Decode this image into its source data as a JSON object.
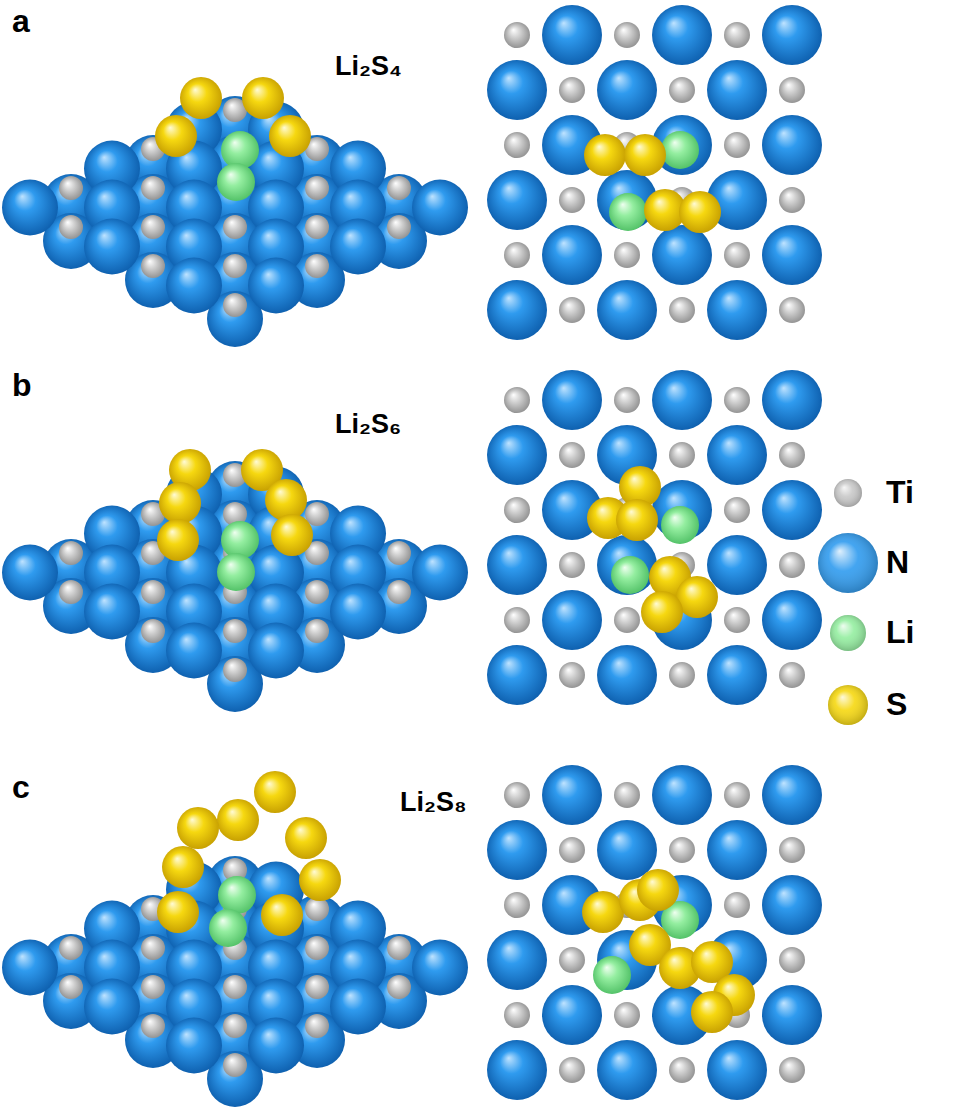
{
  "diagram": {
    "labels": [
      "a",
      "Li₂S₄",
      "b",
      "Li₂S₆",
      "c",
      "Li₂S₈"
    ],
    "legend": [
      {
        "text": "Ti",
        "color": "#c8c8c8"
      },
      {
        "text": "N",
        "color": "#2f9bef"
      },
      {
        "text": "Li",
        "color": "#94eea0"
      },
      {
        "text": "S",
        "color": "#f6d810"
      }
    ]
  }
}
